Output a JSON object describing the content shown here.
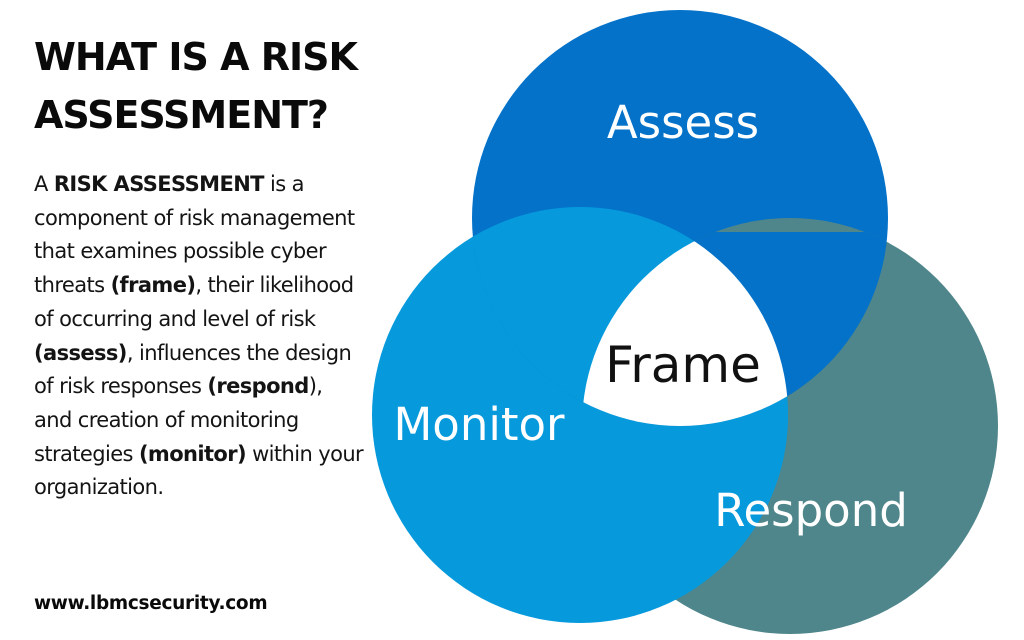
{
  "title": {
    "line1": "WHAT IS A RISK",
    "line2": "ASSESSMENT?"
  },
  "description": {
    "p1": "A ",
    "term": "RISK ASSESSMENT",
    "p2": " is a component of risk management that examines possible cyber threats ",
    "frame": "(frame)",
    "p3": ", their likelihood of occurring and level of risk ",
    "assess": "(assess)",
    "p4": ", influences the design of risk responses ",
    "respond": "(respond",
    "p5": "), and creation of monitoring strategies ",
    "monitor": "(monitor)",
    "p6": " within your organization."
  },
  "website": "www.lbmcsecurity.com",
  "diagram": {
    "center_label": "Frame",
    "circles": [
      {
        "label": "Assess",
        "color": "#0472c9"
      },
      {
        "label": "Monitor",
        "color": "#069add"
      },
      {
        "label": "Respond",
        "color": "#4f868b"
      }
    ],
    "center_color": "#ffffff",
    "label_color": "#ffffff",
    "center_label_color": "#111111"
  }
}
